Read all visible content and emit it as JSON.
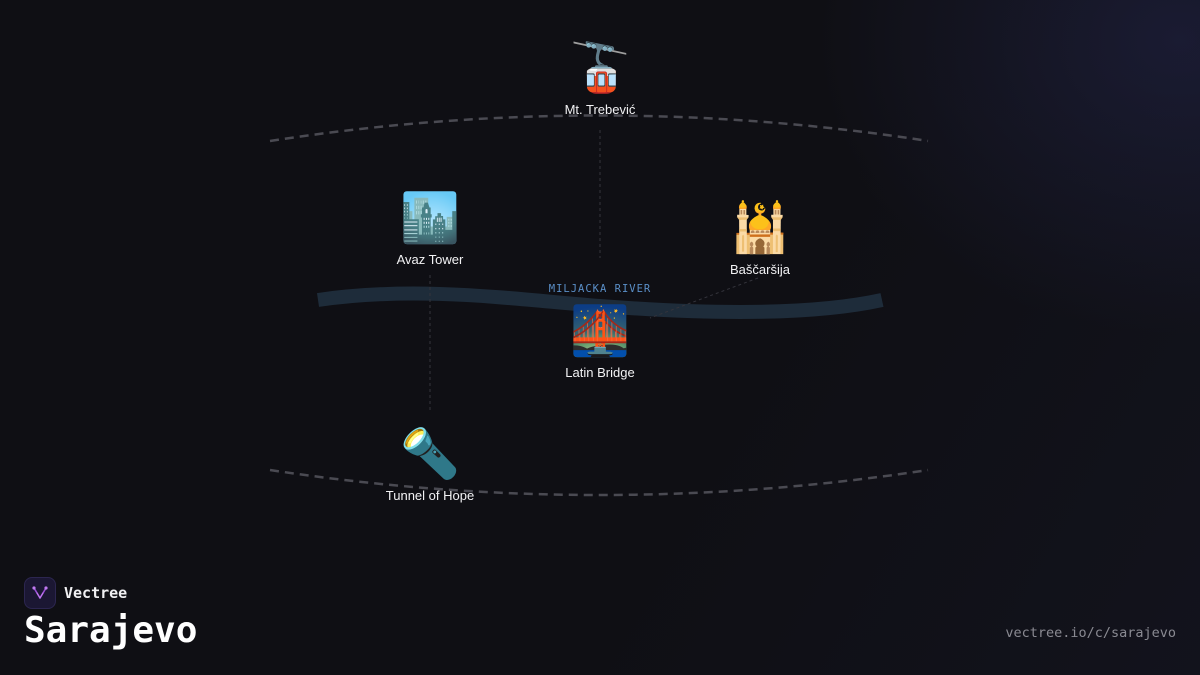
{
  "map": {
    "river_label": "MILJACKA RIVER",
    "river_color": "#1e2c3a",
    "landmarks": [
      {
        "id": "trebevic",
        "emoji": "🚡",
        "icon": "aerial-tramway-icon",
        "label": "Mt. Trebević"
      },
      {
        "id": "avaz",
        "emoji": "🏙️",
        "icon": "cityscape-icon",
        "label": "Avaz Tower"
      },
      {
        "id": "bascarsija",
        "emoji": "🕌",
        "icon": "mosque-icon",
        "label": "Baščaršija"
      },
      {
        "id": "latin",
        "emoji": "🌉",
        "icon": "bridge-at-night-icon",
        "label": "Latin Bridge"
      },
      {
        "id": "tunnel",
        "emoji": "🔦",
        "icon": "flashlight-icon",
        "label": "Tunnel of Hope"
      }
    ]
  },
  "brand": {
    "name": "Vectree",
    "accent": "#9b4fd8"
  },
  "title": "Sarajevo",
  "footer": {
    "url": "vectree.io/c/sarajevo"
  }
}
